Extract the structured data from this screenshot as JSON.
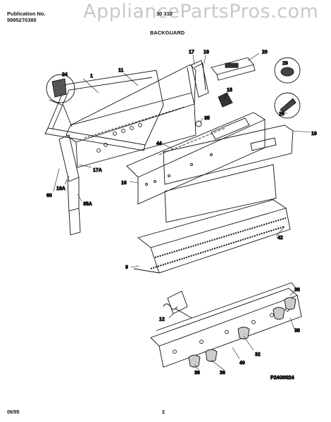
{
  "header": {
    "publication_label": "Publication No.",
    "publication_number": "5995270385",
    "model": "30 310",
    "watermark": "AppliancePartsPros.com",
    "section_title": "BACKGUARD"
  },
  "callouts": {
    "c1": "1",
    "c11": "11",
    "c17": "17",
    "c18": "18",
    "c20": "20",
    "c24": "24",
    "c29": "29",
    "c15": "15",
    "c35": "35",
    "c44": "44",
    "c26": "26",
    "c19": "19",
    "c17a": "17A",
    "c16": "16",
    "c60": "60",
    "c18a": "18A",
    "c35a": "35A",
    "c42": "42",
    "c9": "9",
    "c38a": "38",
    "c38b": "38",
    "c12": "12",
    "c32": "32",
    "c40": "40",
    "c36a": "36",
    "c36b": "36"
  },
  "diagram_code": "P24G0024",
  "footer": {
    "date": "06/95",
    "page": "2"
  }
}
